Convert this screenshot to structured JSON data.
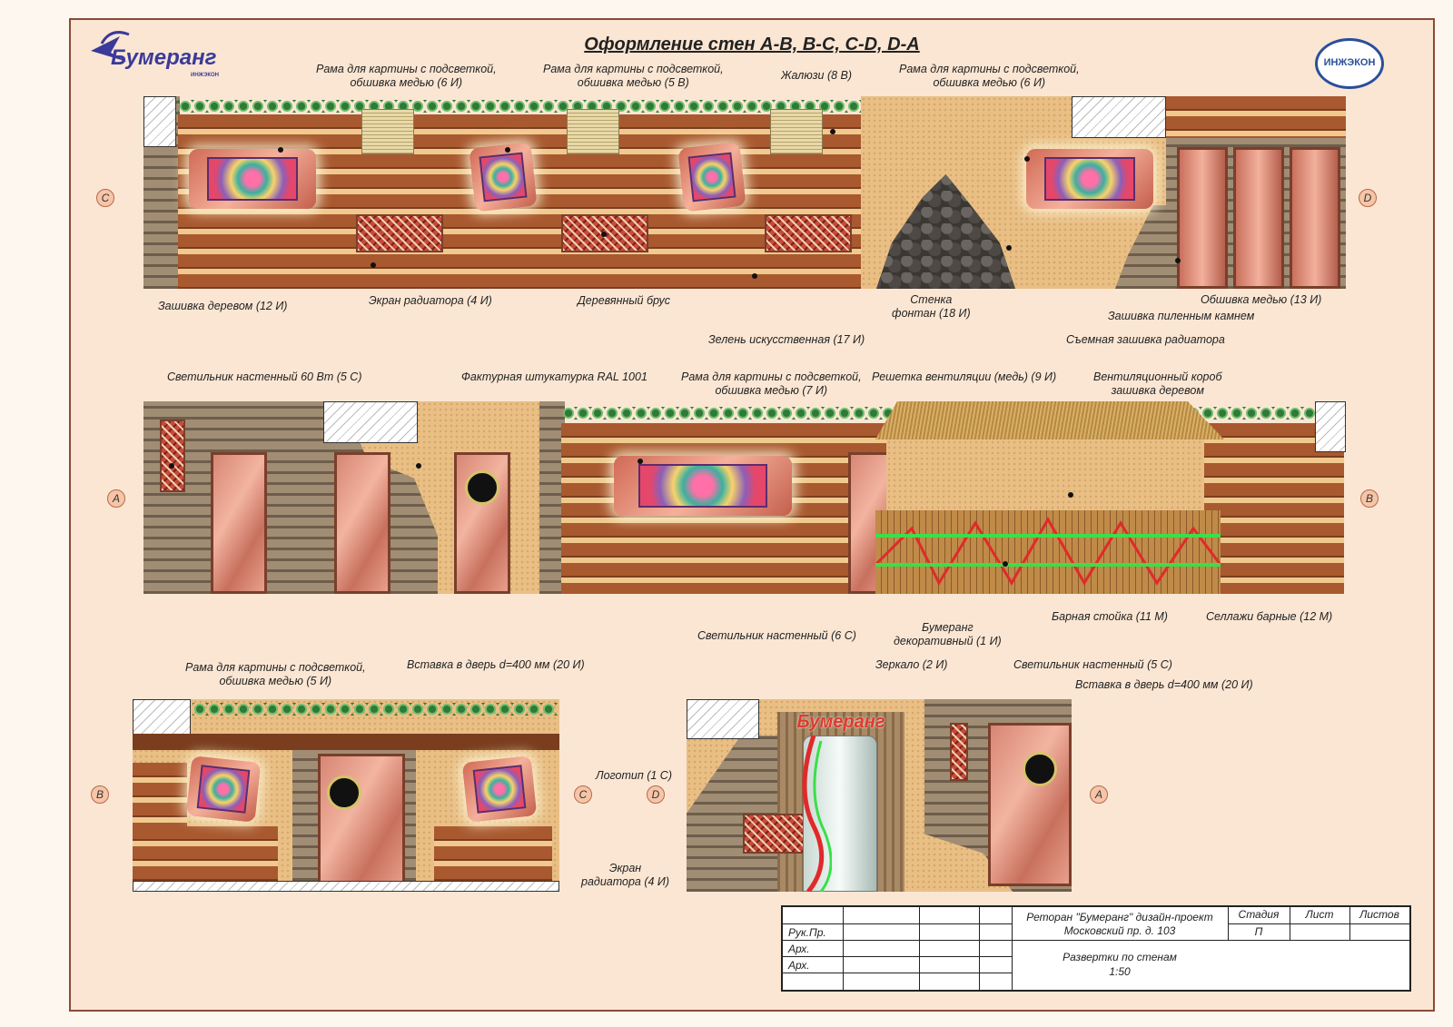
{
  "title": "Оформление стен А-В, В-С, С-D, D-A",
  "logos": {
    "left_text": "Бумеранг",
    "left_sub": "ИНЖЭКОН",
    "right_text": "ИНЖЭКОН"
  },
  "axes": {
    "c": "C",
    "d": "D",
    "a": "A",
    "b": "B"
  },
  "labels": {
    "frame_6i_a": "Рама для картины с подсветкой,",
    "frame_6i_a2": "обшивка медью (6 И)",
    "frame_5v": "Рама для картины с подсветкой,",
    "frame_5v2": "обшивка медью (5 В)",
    "blinds": "Жалюзи (8 В)",
    "frame_6i_b": "Рама для картины с подсветкой,",
    "frame_6i_b2": "обшивка медью (6 И)",
    "wood_trim": "Зашивка деревом (12 И)",
    "radiator_screen": "Экран радиатора (4 И)",
    "wood_beam": "Деревянный брус",
    "fountain": "Стенка",
    "fountain2": "фонтан (18 И)",
    "copper_trim": "Обшивка медью (13 И)",
    "stone_trim": "Зашивка пиленным камнем",
    "radiator_cover": "Съемная зашивка радиатора",
    "greenery": "Зелень искусственная (17 И)",
    "wall_lamp_60": "Светильник настенный  60 Вт (5 С)",
    "plaster": "Фактурная штукатурка RAL 1001",
    "frame_7i": "Рама для картины с подсветкой,",
    "frame_7i2": "обшивка медью (7 И)",
    "vent_grille": "Решетка вентиляции (медь) (9 И)",
    "vent_box": "Вентиляционный короб",
    "vent_box2": "зашивка деревом",
    "bar_counter": "Барная стойка (11 М)",
    "bar_stools": "Селлажи барные (12 М)",
    "lamp_6c": "Светильник настенный (6 С)",
    "boomerang": "Бумеранг",
    "boomerang2": "декоративный (1 И)",
    "mirror": "Зеркало (2 И)",
    "lamp_5c": "Светильник настенный (5 С)",
    "door_insert_a": "Вставка в дверь d=400 мм (20 И)",
    "frame_5i": "Рама для картины с подсветкой,",
    "frame_5i2": "обшивка медью (5 И)",
    "door_insert_b": "Вставка в дверь d=400 мм (20 И)",
    "logo_1c": "Логотип (1 С)",
    "radiator_screen2": "Экран",
    "radiator_screen2b": "радиатора (4 И)",
    "sign_text": "Бумеранг"
  },
  "titleblock": {
    "project": "Реторан \"Бумеранг\" дизайн-проект",
    "address": "Московский пр. д. 103",
    "sheet_title": "Развертки по стенам",
    "scale": "1:50",
    "stage_h": "Стадия",
    "sheet_h": "Лист",
    "sheets_h": "Листов",
    "stage_v": "П",
    "rows": [
      "Рук.Пр.",
      "Арх.",
      "Арх."
    ]
  }
}
